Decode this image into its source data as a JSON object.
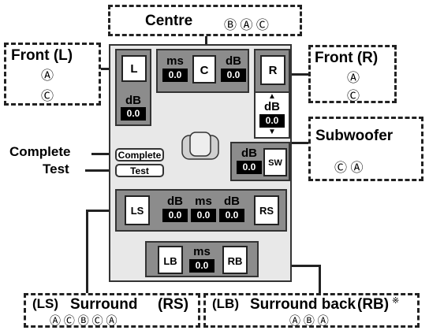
{
  "boxes": {
    "centre": {
      "title": "Centre",
      "marks": "Ⓑ Ⓐ Ⓒ"
    },
    "front_l": {
      "title": "Front (L)",
      "mark1": "Ⓐ",
      "mark2": "Ⓒ"
    },
    "front_r": {
      "title": "Front (R)",
      "mark1": "Ⓐ",
      "mark2": "Ⓒ"
    },
    "subwoofer": {
      "title": "Subwoofer",
      "marks": "Ⓒ Ⓐ"
    },
    "surround": {
      "left": "(LS)",
      "title": "Surround",
      "right": "(RS)",
      "marks": "Ⓐ Ⓒ Ⓑ Ⓒ Ⓐ"
    },
    "surround_back": {
      "left": "(LB)",
      "title": "Surround back",
      "right": "(RB)",
      "note": "※",
      "marks": "Ⓐ Ⓑ Ⓐ"
    }
  },
  "side_labels": {
    "complete": "Complete",
    "test": "Test"
  },
  "buttons": {
    "complete": "Complete",
    "test": "Test"
  },
  "speakers": {
    "L": "L",
    "C": "C",
    "R": "R",
    "SW": "SW",
    "LS": "LS",
    "RS": "RS",
    "LB": "LB",
    "RB": "RB"
  },
  "units": {
    "ms": "ms",
    "dB": "dB"
  },
  "values": {
    "front_l_db": "0.0",
    "centre_ms": "0.0",
    "centre_db": "0.0",
    "front_r_db": "0.0",
    "sub_db": "0.0",
    "surround_ls_db": "0.0",
    "surround_ms": "0.0",
    "surround_rs_db": "0.0",
    "back_ms": "0.0"
  },
  "arrows": {
    "up": "▲",
    "down": "▼"
  }
}
